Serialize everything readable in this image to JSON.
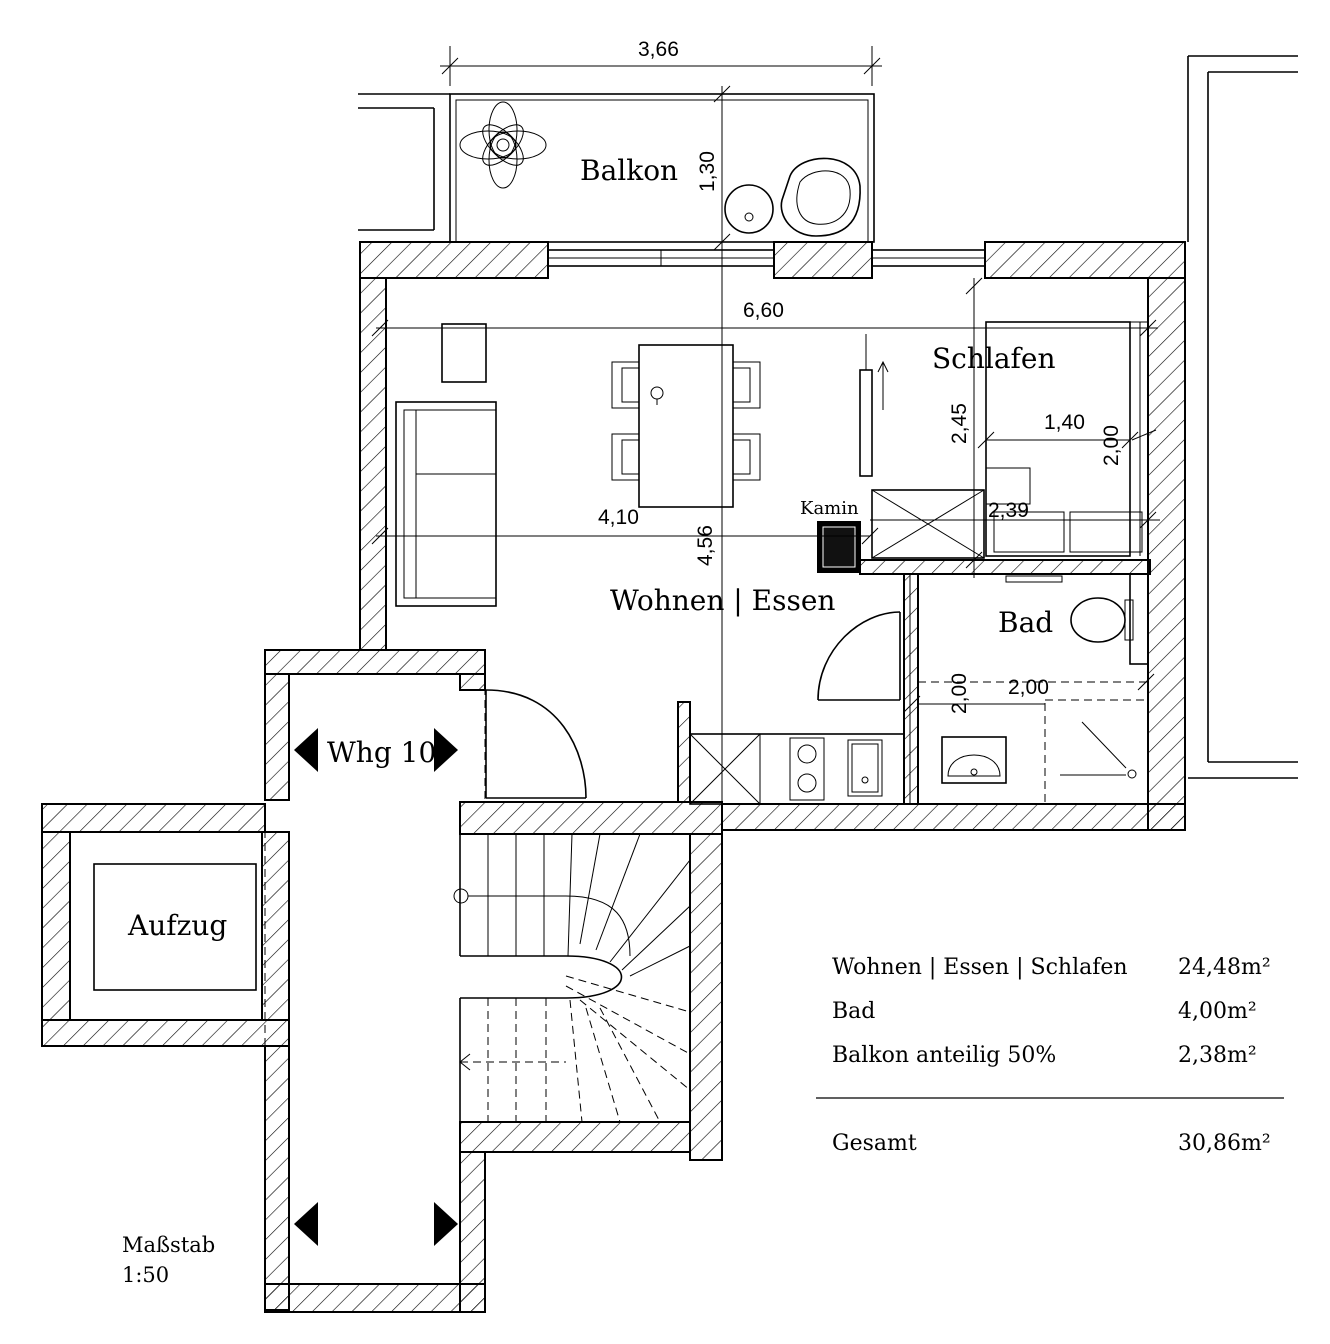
{
  "rooms": {
    "balkon": "Balkon",
    "schlafen": "Schlafen",
    "wohnen_essen": "Wohnen | Essen",
    "bad": "Bad",
    "whg": "Whg 10",
    "aufzug": "Aufzug",
    "kamin": "Kamin"
  },
  "dimensions": {
    "balkon_width": "3,66",
    "balkon_depth": "1,30",
    "living_width": "6,60",
    "living_left_width": "4,10",
    "living_depth": "4,56",
    "schlafen_depth": "2,45",
    "bed_width": "1,40",
    "bed_length": "2,00",
    "schlafen_width": "2,39",
    "bad_depth": "2,00",
    "bad_width": "2,00"
  },
  "area_table": {
    "rows": [
      {
        "label": "Wohnen | Essen | Schlafen",
        "value": "24,48m²"
      },
      {
        "label": "Bad",
        "value": "4,00m²"
      },
      {
        "label": "Balkon anteilig 50%",
        "value": "2,38m²"
      }
    ],
    "total": {
      "label": "Gesamt",
      "value": "30,86m²"
    }
  },
  "scale": {
    "label": "Maßstab",
    "value": "1:50"
  }
}
